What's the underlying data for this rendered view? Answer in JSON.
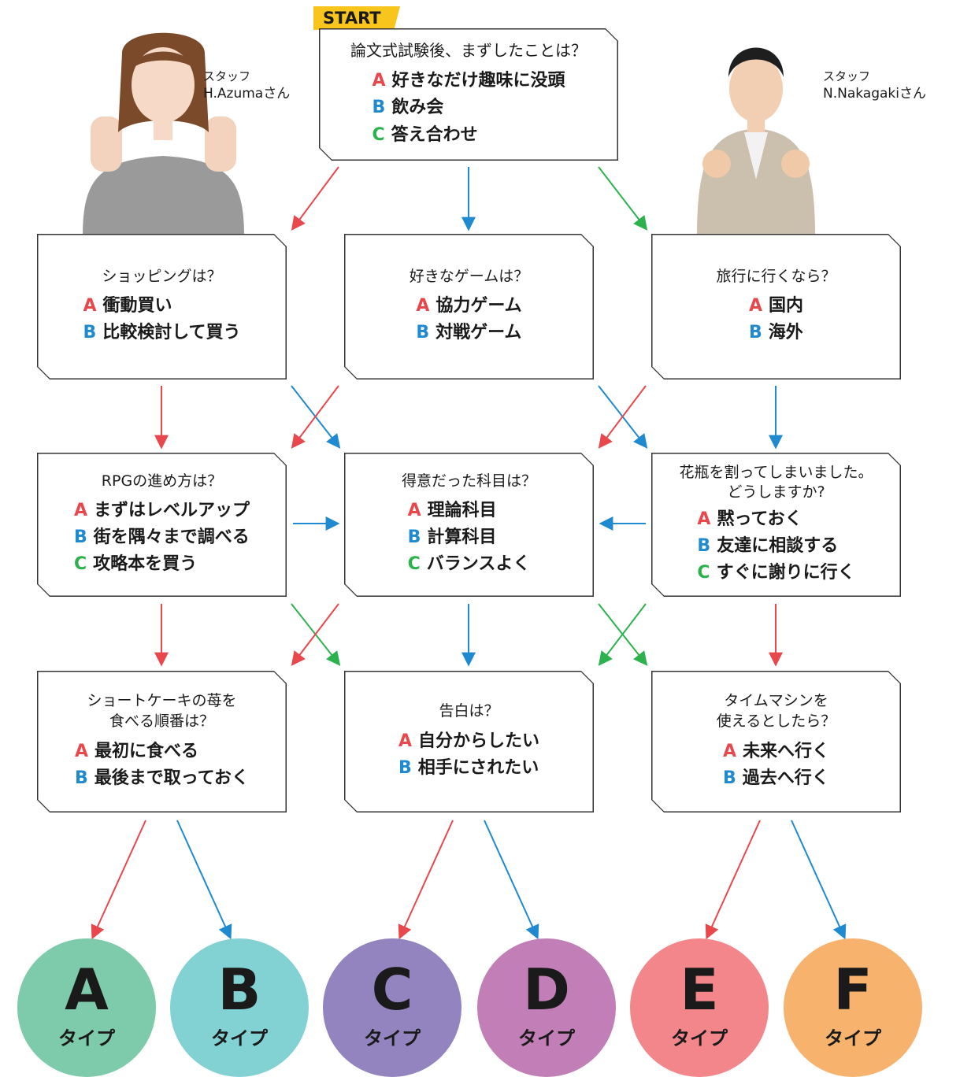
{
  "start_label": "START",
  "staff_left": {
    "role": "スタッフ",
    "name": "H.Azumaさん"
  },
  "staff_right": {
    "role": "スタッフ",
    "name": "N.Nakagakiさん"
  },
  "start_question": {
    "q": "論文式試験後、まずしたことは？",
    "options": [
      {
        "key": "A",
        "text": "好きなだけ趣味に没頭"
      },
      {
        "key": "B",
        "text": "飲み会"
      },
      {
        "key": "C",
        "text": "答え合わせ"
      }
    ]
  },
  "row1": [
    {
      "q": "ショッピングは？",
      "options": [
        {
          "key": "A",
          "text": "衝動買い"
        },
        {
          "key": "B",
          "text": "比較検討して買う"
        }
      ]
    },
    {
      "q": "好きなゲームは？",
      "options": [
        {
          "key": "A",
          "text": "協力ゲーム"
        },
        {
          "key": "B",
          "text": "対戦ゲーム"
        }
      ]
    },
    {
      "q": "旅行に行くなら？",
      "options": [
        {
          "key": "A",
          "text": "国内"
        },
        {
          "key": "B",
          "text": "海外"
        }
      ]
    }
  ],
  "row2": [
    {
      "q": "RPGの進め方は？",
      "options": [
        {
          "key": "A",
          "text": "まずはレベルアップ"
        },
        {
          "key": "B",
          "text": "街を隅々まで調べる"
        },
        {
          "key": "C",
          "text": "攻略本を買う"
        }
      ]
    },
    {
      "q": "得意だった科目は？",
      "options": [
        {
          "key": "A",
          "text": "理論科目"
        },
        {
          "key": "B",
          "text": "計算科目"
        },
        {
          "key": "C",
          "text": "バランスよく"
        }
      ]
    },
    {
      "q": "花瓶を割ってしまいました。\nどうしますか?",
      "options": [
        {
          "key": "A",
          "text": "黙っておく"
        },
        {
          "key": "B",
          "text": "友達に相談する"
        },
        {
          "key": "C",
          "text": "すぐに謝りに行く"
        }
      ]
    }
  ],
  "row3": [
    {
      "q": "ショートケーキの苺を\n食べる順番は？",
      "options": [
        {
          "key": "A",
          "text": "最初に食べる"
        },
        {
          "key": "B",
          "text": "最後まで取っておく"
        }
      ]
    },
    {
      "q": "告白は？",
      "options": [
        {
          "key": "A",
          "text": "自分からしたい"
        },
        {
          "key": "B",
          "text": "相手にされたい"
        }
      ]
    },
    {
      "q": "タイムマシンを\n使えるとしたら？",
      "options": [
        {
          "key": "A",
          "text": "未来へ行く"
        },
        {
          "key": "B",
          "text": "過去へ行く"
        }
      ]
    }
  ],
  "results": [
    {
      "letter": "A",
      "label": "タイプ",
      "color": "#7dcbaa"
    },
    {
      "letter": "B",
      "label": "タイプ",
      "color": "#82d1d3"
    },
    {
      "letter": "C",
      "label": "タイプ",
      "color": "#9384bf"
    },
    {
      "letter": "D",
      "label": "タイプ",
      "color": "#c27fb7"
    },
    {
      "letter": "E",
      "label": "タイプ",
      "color": "#f2868a"
    },
    {
      "letter": "F",
      "label": "タイプ",
      "color": "#f7b26d"
    }
  ],
  "colors": {
    "A": "#e8474c",
    "B": "#1f8ad0",
    "C": "#2bb24c"
  }
}
